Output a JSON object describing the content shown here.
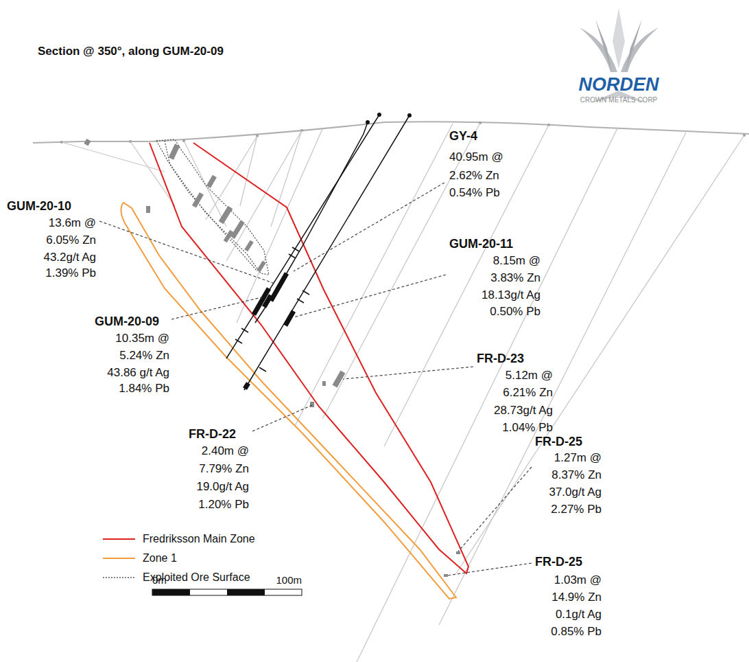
{
  "diagram": {
    "title": "Section @ 350°, along GUM-20-09",
    "labels": [
      "NORDEN",
      "CROWN METALS CORP",
      "GY-4",
      "40.95m @",
      "2.62% Zn",
      "0.54% Pb",
      "GUM-20-10",
      "13.6m @",
      "6.05% Zn",
      "43.2g/t Ag",
      "1.39% Pb",
      "GUM-20-11",
      "8.15m @",
      "3.83% Zn",
      "18.13g/t Ag",
      "0.50% Pb",
      "GUM-20-09",
      "10.35m @",
      "5.24% Zn",
      "43.86 g/t Ag",
      "1.84% Pb",
      "FR-D-23",
      "5.12m @",
      "6.21% Zn",
      "28.73g/t Ag",
      "1.04% Pb",
      "FR-D-22",
      "2.40m @",
      "7.79% Zn",
      "19.0g/t Ag",
      "1.20% Pb",
      "FR-D-25",
      "1.27m @",
      "8.37% Zn",
      "37.0g/t Ag",
      "2.27% Pb",
      "FR-D-25",
      "1.03m @",
      "14.9% Zn",
      "0.1g/t Ag",
      "0.85% Pb",
      "0m",
      "100m"
    ],
    "legend": [
      {
        "text": "Fredriksson Main Zone"
      },
      {
        "text": "Zone 1"
      },
      {
        "text": "Exploited Ore Surface"
      }
    ]
  }
}
